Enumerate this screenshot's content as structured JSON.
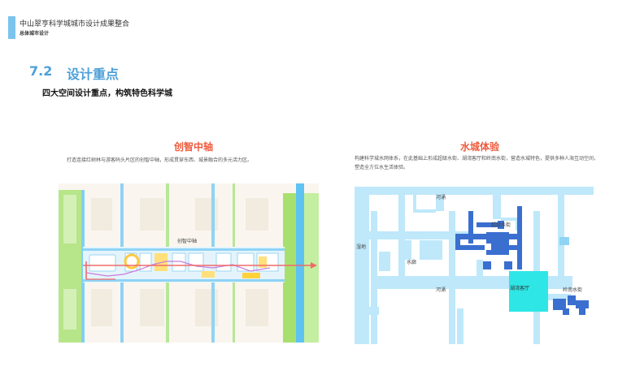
{
  "header": {
    "title": "中山翠亨科学城城市设计成果整合",
    "subtitle": "总体城市设计"
  },
  "section": {
    "number": "7.2",
    "title": "设计重点",
    "subtitle": "四大空间设计重点，构筑特色科学城"
  },
  "left_panel": {
    "title": "创智中轴",
    "description": "打造连接红树林与游客码头片区的创智中轴，形成贯穿东西、城景融合的多元活力区。",
    "map_label": "创智中轴"
  },
  "right_panel": {
    "title": "水城体验",
    "description": "构建科学城水网体系，在此基础上形成超级水街、湖湾客厅和岭南水街，营造水城特色，提供多种人海互动空间，塑造全方位水生活体验。",
    "labels": {
      "top_river": "河涌",
      "super_water_street": "超级水街",
      "wetland": "湿地",
      "water_lane": "水廊",
      "mid_river": "河涌",
      "lake_living_room": "湖湾客厅",
      "lingnan_water_street": "岭南水街"
    }
  },
  "colors": {
    "accent_blue": "#4da0d8",
    "header_bar": "#7cc4ee",
    "title_red": "#ee5a3c",
    "water_light": "#bfe8fa",
    "water_dark": "#3a6fd0",
    "lake_cyan": "#2ee6e6",
    "axis_red": "#f06a6a",
    "green": "#a8e070"
  }
}
